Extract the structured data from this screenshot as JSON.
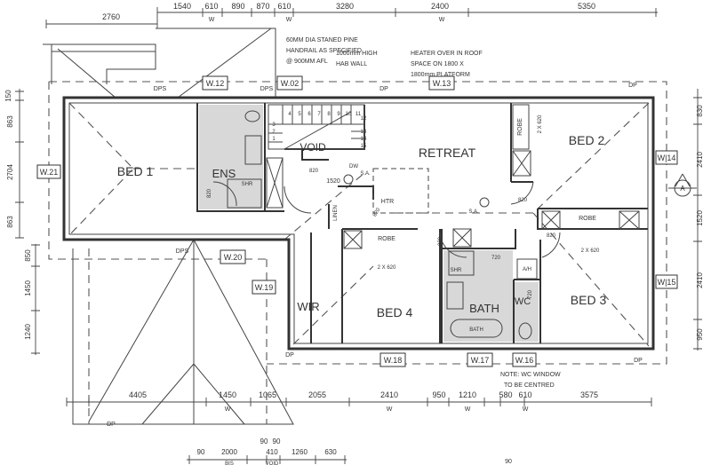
{
  "rooms": {
    "bed1": "BED 1",
    "ens": "ENS",
    "void": "VOID",
    "retreat": "RETREAT",
    "bed2": "BED 2",
    "bed3": "BED 3",
    "bed4": "BED 4",
    "wir": "WIR",
    "bath": "BATH",
    "wc": "WC"
  },
  "windows": {
    "w12": "W.12",
    "w02": "W.02",
    "w13": "W.13",
    "w21": "W.21",
    "w14": "W|14",
    "w20": "W.20",
    "w19": "W.19",
    "w15": "W|15",
    "w18": "W.18",
    "w17": "W.17",
    "w16": "W.16"
  },
  "notes": {
    "handrail": [
      "60MM DIA STANED PINE",
      "HANDRAIL AS SPECIFIED",
      "@ 900MM AFL"
    ],
    "hab_wall": [
      "1000mm HIGH",
      "HAB WALL"
    ],
    "heater": [
      "HEATER OVER IN ROOF",
      "SPACE ON 1800 X",
      "1800mm PLATFORM"
    ],
    "wc_window": [
      "NOTE: WC WINDOW",
      "TO BE CENTRED"
    ]
  },
  "dimensions": {
    "top_left": "2760",
    "top": [
      "1540",
      "610",
      "890",
      "870",
      "610",
      "3280",
      "2400",
      "5350"
    ],
    "bottom": [
      "4405",
      "1450",
      "1065",
      "2055",
      "2410",
      "950",
      "1210",
      "580",
      "610",
      "3575"
    ],
    "lower": [
      "90",
      "2000",
      "90",
      "90",
      "410",
      "1260",
      "630"
    ],
    "lower_labels": [
      "BIS",
      "VOID"
    ],
    "left_upper": [
      "150",
      "863",
      "2704",
      "863"
    ],
    "left_lower": [
      "850",
      "1450",
      "1240"
    ],
    "right": [
      "830",
      "2410",
      "1520",
      "2410",
      "950"
    ],
    "window_mark": "W",
    "stray": "90"
  },
  "fixtures": {
    "robe": "ROBE",
    "linen": "LINEN",
    "htr": "HTR",
    "shr": "SHR",
    "bath": "BATH",
    "ah": "A/H",
    "dw": "DW",
    "sa": "S.A.",
    "double_door": "2 X 620",
    "door_820": "820",
    "door_720": "720",
    "door_1520": "1520",
    "dps": "DPS",
    "dp": "DP",
    "section": "A",
    "stairs": [
      "1",
      "2",
      "3",
      "4",
      "5",
      "6",
      "7",
      "8",
      "9",
      "10",
      "11",
      "12",
      "13",
      "14",
      "15"
    ]
  }
}
